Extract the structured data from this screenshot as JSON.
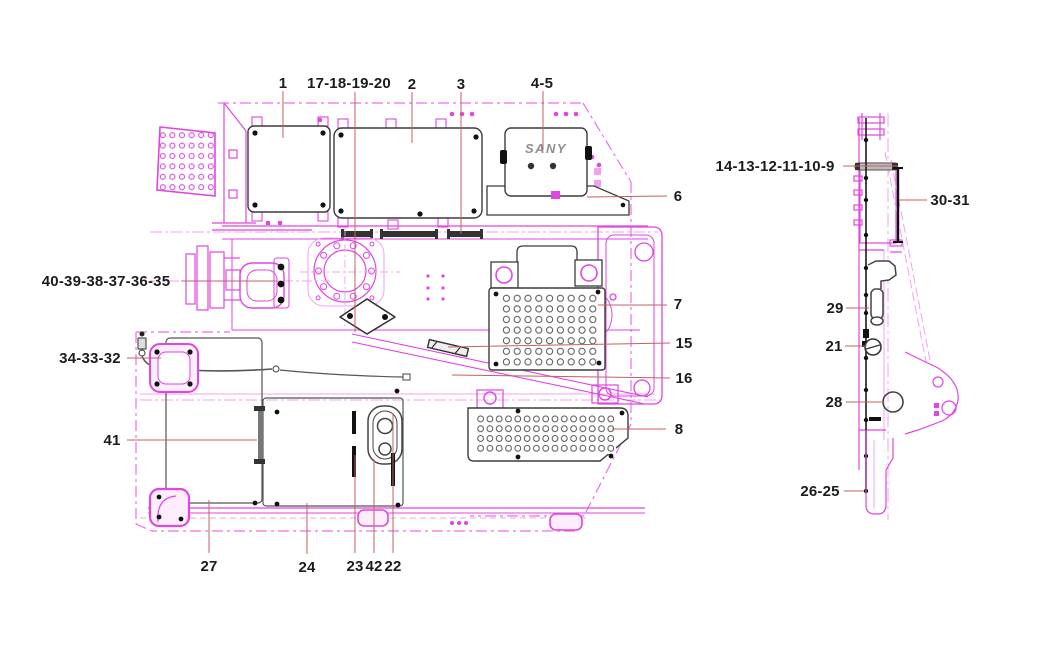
{
  "drawing_type": "parts-diagram",
  "brand": "SANY",
  "colors": {
    "outline_magenta": "#e046e0",
    "outline_magenta_light": "#f2a0f2",
    "panel_dark": "#3c3c3c",
    "bolt_black": "#111111",
    "leader_red": "#c4605f",
    "label_text": "#1c1c1c",
    "background": "#ffffff"
  },
  "callouts": {
    "top": {
      "c1": "1",
      "c17_20": "17-18-19-20",
      "c2": "2",
      "c3": "3",
      "c4_5": "4-5"
    },
    "right": {
      "c6": "6",
      "c7": "7",
      "c15": "15",
      "c16": "16",
      "c8": "8"
    },
    "left": {
      "c40_35": "40-39-38-37-36-35",
      "c34_32": "34-33-32",
      "c41": "41"
    },
    "bottom": {
      "c27": "27",
      "c24": "24",
      "c23": "23",
      "c42": "42",
      "c22": "22"
    },
    "side_view": {
      "c14_9": "14-13-12-11-10-9",
      "c30_31": "30-31",
      "c29": "29",
      "c21": "21",
      "c28": "28",
      "c26_25": "26-25"
    }
  }
}
